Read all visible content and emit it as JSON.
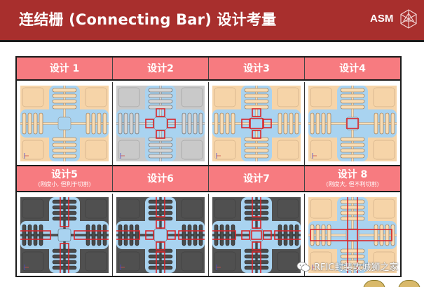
{
  "header": {
    "title": "连结栅 (Connecting Bar) 设计考量",
    "logo_text": "ASM",
    "bg_color": "#a82f2d"
  },
  "table": {
    "header_color": "#f77b80",
    "rows": [
      {
        "designs": [
          {
            "label": "设计 1",
            "sub": "",
            "theme": "orange",
            "highlight": "none"
          },
          {
            "label": "设计2",
            "sub": "",
            "theme": "gray",
            "highlight": "four-small"
          },
          {
            "label": "设计3",
            "sub": "",
            "theme": "orange",
            "highlight": "four-small-center"
          },
          {
            "label": "设计4",
            "sub": "",
            "theme": "orange",
            "highlight": "center-only"
          }
        ]
      },
      {
        "designs": [
          {
            "label": "设计5",
            "sub": "(刚度小, 但利于切割)",
            "theme": "dark",
            "highlight": "long-arms"
          },
          {
            "label": "设计6",
            "sub": "",
            "theme": "dark",
            "highlight": "long-arms-small"
          },
          {
            "label": "设计7",
            "sub": "",
            "theme": "dark",
            "highlight": "long-arms-small-center"
          },
          {
            "label": "设计 8",
            "sub": "(刚度大, 但不利切割)",
            "theme": "orange",
            "highlight": "full-cross"
          }
        ]
      }
    ]
  },
  "themes": {
    "orange": {
      "frame": "#f6d4a8",
      "slot": "#a9d3f0",
      "lead": "#f8dcb4",
      "edge": "#8a6a4a"
    },
    "gray": {
      "frame": "#c9c9c9",
      "slot": "#a9d3f0",
      "lead": "#d6d6d6",
      "edge": "#5a5a5a"
    },
    "dark": {
      "frame": "#505050",
      "slot": "#a9d3f0",
      "lead": "#4a4a4a",
      "edge": "#222222"
    }
  },
  "highlight_color": "#d9262b",
  "watermark": {
    "text": "RFIC封装攻城狮之家",
    "icon": "wechat-icon"
  }
}
